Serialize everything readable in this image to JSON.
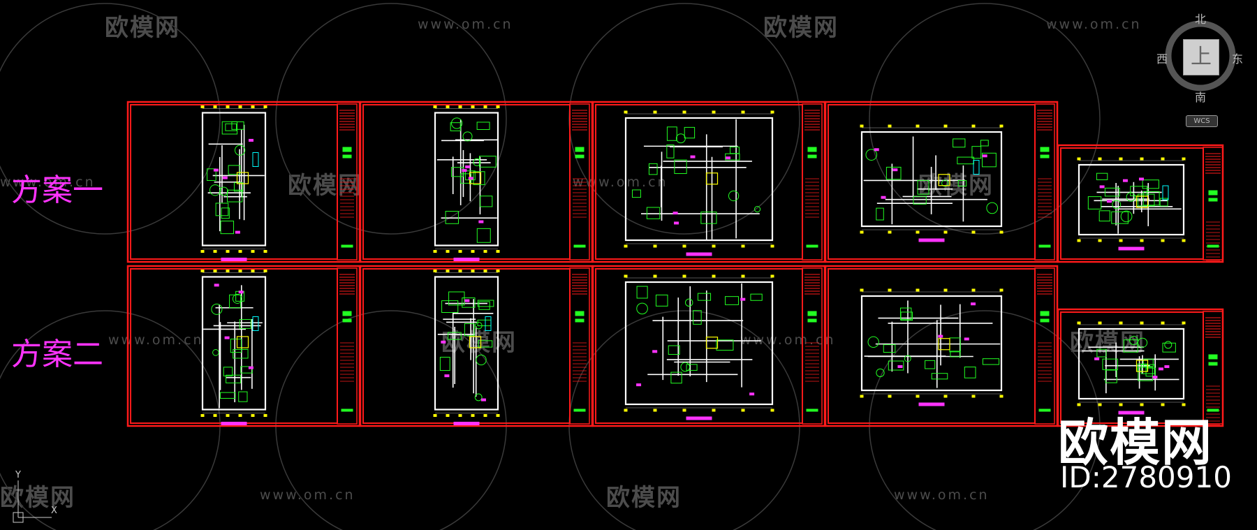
{
  "viewport": {
    "background": "#000000"
  },
  "scheme_labels": [
    "方案一",
    "方案二"
  ],
  "compass": {
    "north": "北",
    "south": "南",
    "east": "东",
    "west": "西",
    "top_face": "上",
    "wcs_label": "WCS"
  },
  "ucs": {
    "x_label": "X",
    "y_label": "Y"
  },
  "watermark": {
    "logo_text": "欧模网",
    "url_text": "www.om.cn"
  },
  "branding": {
    "name": "欧模网",
    "id_text": "ID:2780910"
  },
  "colors": {
    "frame": "#ff1a1a",
    "wall": "#ffffff",
    "furniture": "#22ff22",
    "label": "#ff33ff",
    "dimension": "#ffff00",
    "accent": "#00ffff"
  }
}
